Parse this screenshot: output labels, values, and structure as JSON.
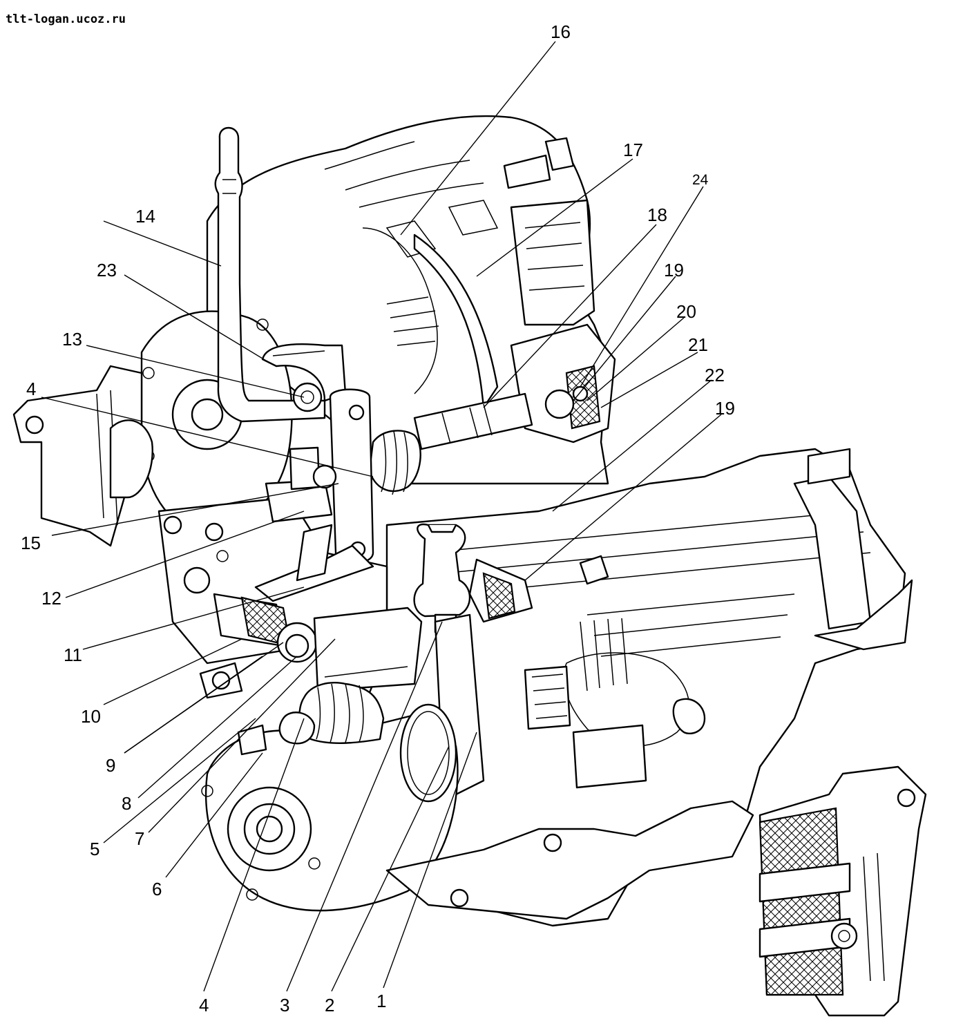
{
  "watermark": "tlt-logan.ucoz.ru",
  "callouts": [
    {
      "id": "c1",
      "text": "1"
    },
    {
      "id": "c2",
      "text": "2"
    },
    {
      "id": "c3",
      "text": "3"
    },
    {
      "id": "c4a",
      "text": "4"
    },
    {
      "id": "c4b",
      "text": "4"
    },
    {
      "id": "c5",
      "text": "5"
    },
    {
      "id": "c6",
      "text": "6"
    },
    {
      "id": "c7",
      "text": "7"
    },
    {
      "id": "c8",
      "text": "8"
    },
    {
      "id": "c9",
      "text": "9"
    },
    {
      "id": "c10",
      "text": "10"
    },
    {
      "id": "c11",
      "text": "11"
    },
    {
      "id": "c12",
      "text": "12"
    },
    {
      "id": "c13",
      "text": "13"
    },
    {
      "id": "c14",
      "text": "14"
    },
    {
      "id": "c15",
      "text": "15"
    },
    {
      "id": "c16",
      "text": "16"
    },
    {
      "id": "c17",
      "text": "17"
    },
    {
      "id": "c18",
      "text": "18"
    },
    {
      "id": "c19a",
      "text": "19"
    },
    {
      "id": "c19b",
      "text": "19"
    },
    {
      "id": "c20",
      "text": "20"
    },
    {
      "id": "c21",
      "text": "21"
    },
    {
      "id": "c22",
      "text": "22"
    },
    {
      "id": "c23",
      "text": "23"
    },
    {
      "id": "c24",
      "text": "24"
    }
  ]
}
